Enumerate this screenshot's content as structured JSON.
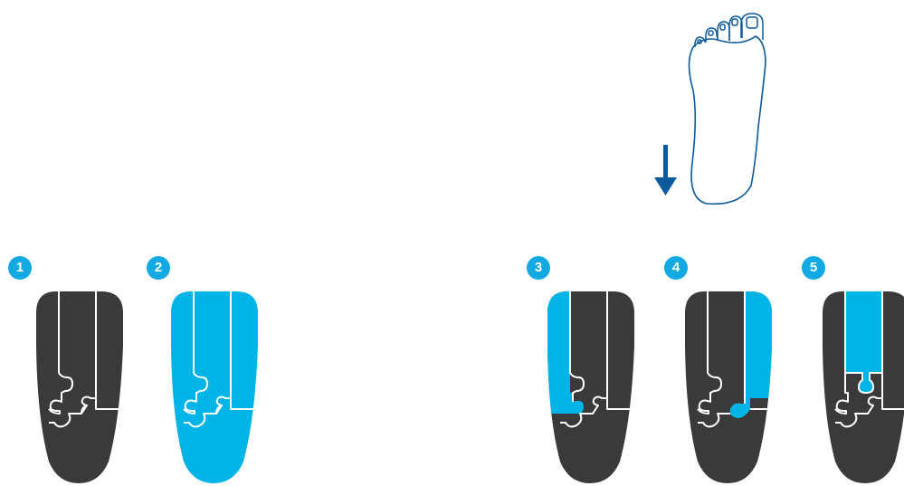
{
  "colors": {
    "dark": "#3a3a3a",
    "highlight": "#00b4e8",
    "badge": "#13a9e3",
    "arrow": "#0b5a9c",
    "foot_outline": "#0b5a9c",
    "seam": "#ffffff"
  },
  "icons": {
    "foot": "foot-outline-icon",
    "arrow": "arrow-down-icon"
  },
  "steps": [
    {
      "number": "1",
      "highlight": "none"
    },
    {
      "number": "2",
      "highlight": "all"
    },
    {
      "number": "3",
      "highlight": "left-strip"
    },
    {
      "number": "4",
      "highlight": "right-strip"
    },
    {
      "number": "5",
      "highlight": "center-strip"
    }
  ]
}
